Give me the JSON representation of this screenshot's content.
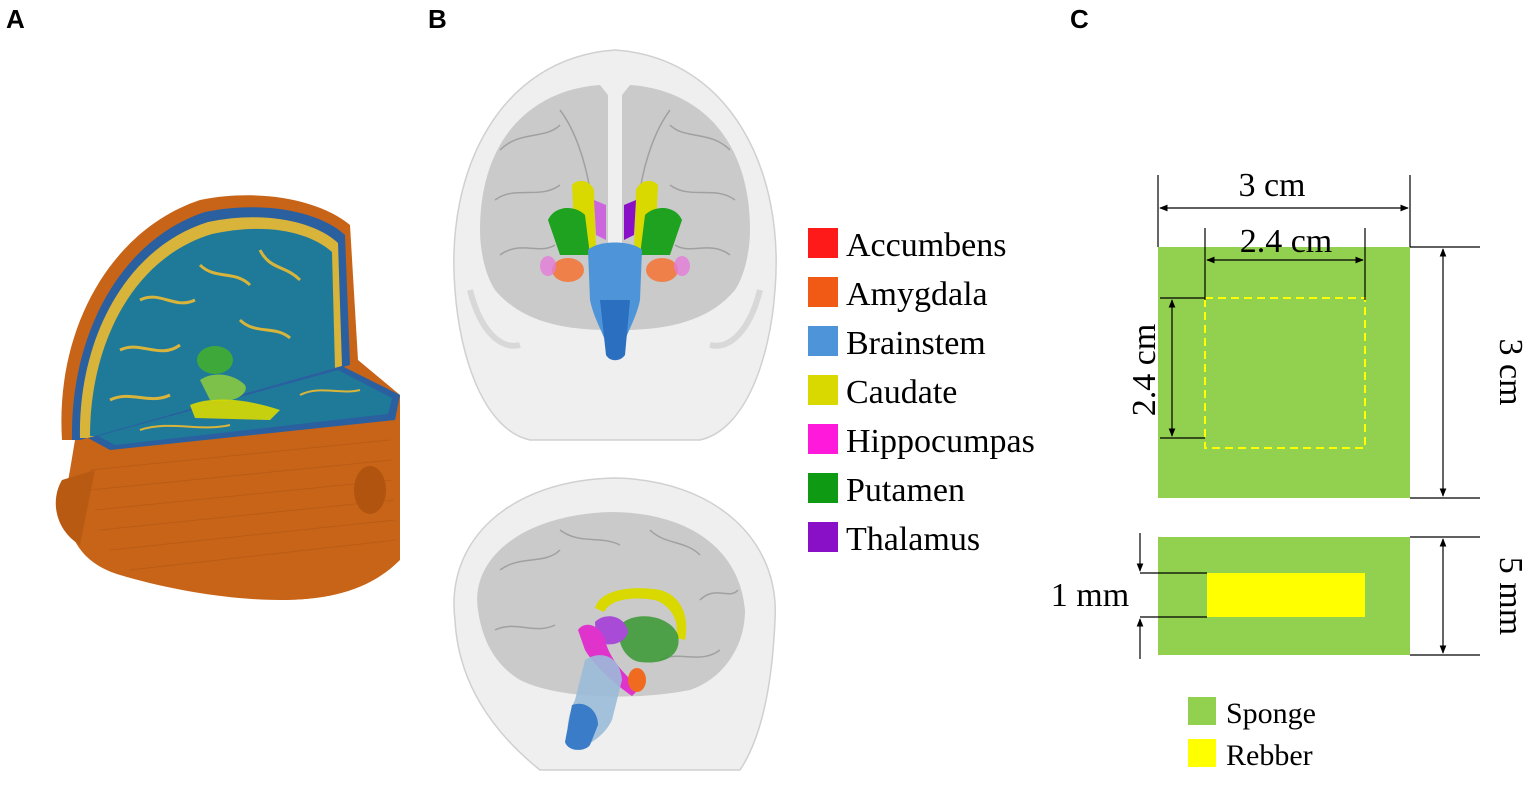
{
  "panels": {
    "a": "A",
    "b": "B",
    "c": "C"
  },
  "legend_b": [
    {
      "label": "Accumbens",
      "color": "#ff1a1a"
    },
    {
      "label": "Amygdala",
      "color": "#f05a14"
    },
    {
      "label": "Brainstem",
      "color": "#4d94d9"
    },
    {
      "label": "Caudate",
      "color": "#d9d900"
    },
    {
      "label": "Hippocumpas",
      "color": "#ff1adb"
    },
    {
      "label": "Putamen",
      "color": "#0f9a14"
    },
    {
      "label": "Thalamus",
      "color": "#8a10c8"
    }
  ],
  "pad": {
    "width_outer": "3 cm",
    "width_inner": "2.4 cm",
    "height_inner": "2.4 cm",
    "height_outer": "3 cm",
    "thickness": "5 mm",
    "rubber_thickness": "1 mm"
  },
  "legend_c": [
    {
      "label": "Sponge",
      "color": "#92d050"
    },
    {
      "label": "Rebber",
      "color": "#ffff00"
    }
  ],
  "colors": {
    "head_surface": "#c86418",
    "brain_matter": "#1f7a9a",
    "csf": "#d9b43a",
    "transparent_head": "#e6e6e6",
    "cortex": "#a9a9a9"
  }
}
